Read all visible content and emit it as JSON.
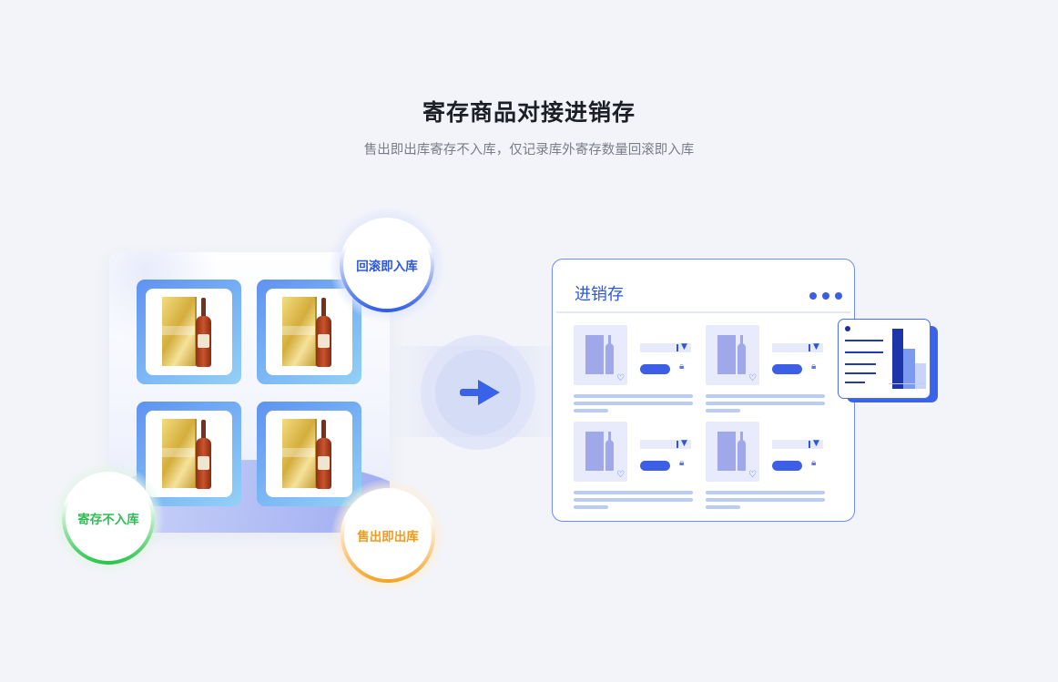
{
  "header": {
    "title": "寄存商品对接进销存",
    "subtitle": "售出即出库寄存不入库，仅记录库外寄存数量回滚即入库"
  },
  "badges": {
    "rollback": "回滚即入库",
    "stock": "寄存不入库",
    "sale": "售出即出库"
  },
  "window": {
    "title": "进销存"
  },
  "icons": {
    "arrow": "arrow-right-icon",
    "menu": "more-dots-icon",
    "favorite": "heart-icon",
    "dropdown": "caret-down-icon",
    "lock": "lock-icon",
    "chart": "bar-chart-icon"
  },
  "colors": {
    "accent_blue": "#2c57de",
    "green": "#2ebd55",
    "orange": "#f09a1a",
    "background": "#f3f4f9"
  }
}
